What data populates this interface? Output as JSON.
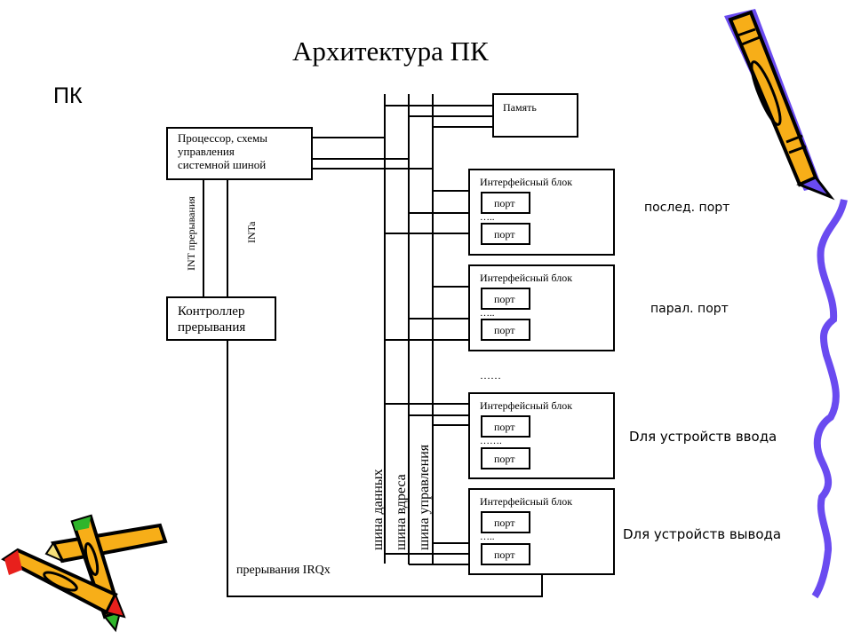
{
  "title": "Архитектура ПК",
  "pc_label": "ПК",
  "processor": {
    "lines": [
      "Процессор,  схемы",
      "управления",
      "системной шиной"
    ]
  },
  "memory": {
    "label": "Память"
  },
  "controller": {
    "lines": [
      "Контроллер",
      "прерывания"
    ]
  },
  "signals": {
    "int": "INT прерывания",
    "inta": "INTa",
    "irq": "прерывания IRQx"
  },
  "buses": {
    "data": "шина данных",
    "address": "шина вдреса",
    "control": "шина управления"
  },
  "interface_blocks": [
    {
      "title": "Интерфейсный блок",
      "port1": "порт",
      "dots": "…..",
      "port2": "порт",
      "side_label": "послед. порт"
    },
    {
      "title": "Интерфейсный блок",
      "port1": "порт",
      "dots": "…..",
      "port2": "порт",
      "side_label": "парал. порт"
    },
    {
      "title": "Интерфейсный блок",
      "port1": "порт",
      "dots": "…….",
      "port2": "порт",
      "side_label": "Dля устройств ввода"
    },
    {
      "title": "Интерфейсный блок",
      "port1": "порт",
      "dots": "…..",
      "port2": "порт",
      "side_label": "Dля устройств вывода"
    }
  ],
  "between_dots": "……",
  "colors": {
    "pencil_body": "#F7AE18",
    "pencil_tip_purple": "#6A4BF0",
    "pencil_red": "#E8201C",
    "pencil_green": "#2FB52B",
    "line": "#000000"
  }
}
